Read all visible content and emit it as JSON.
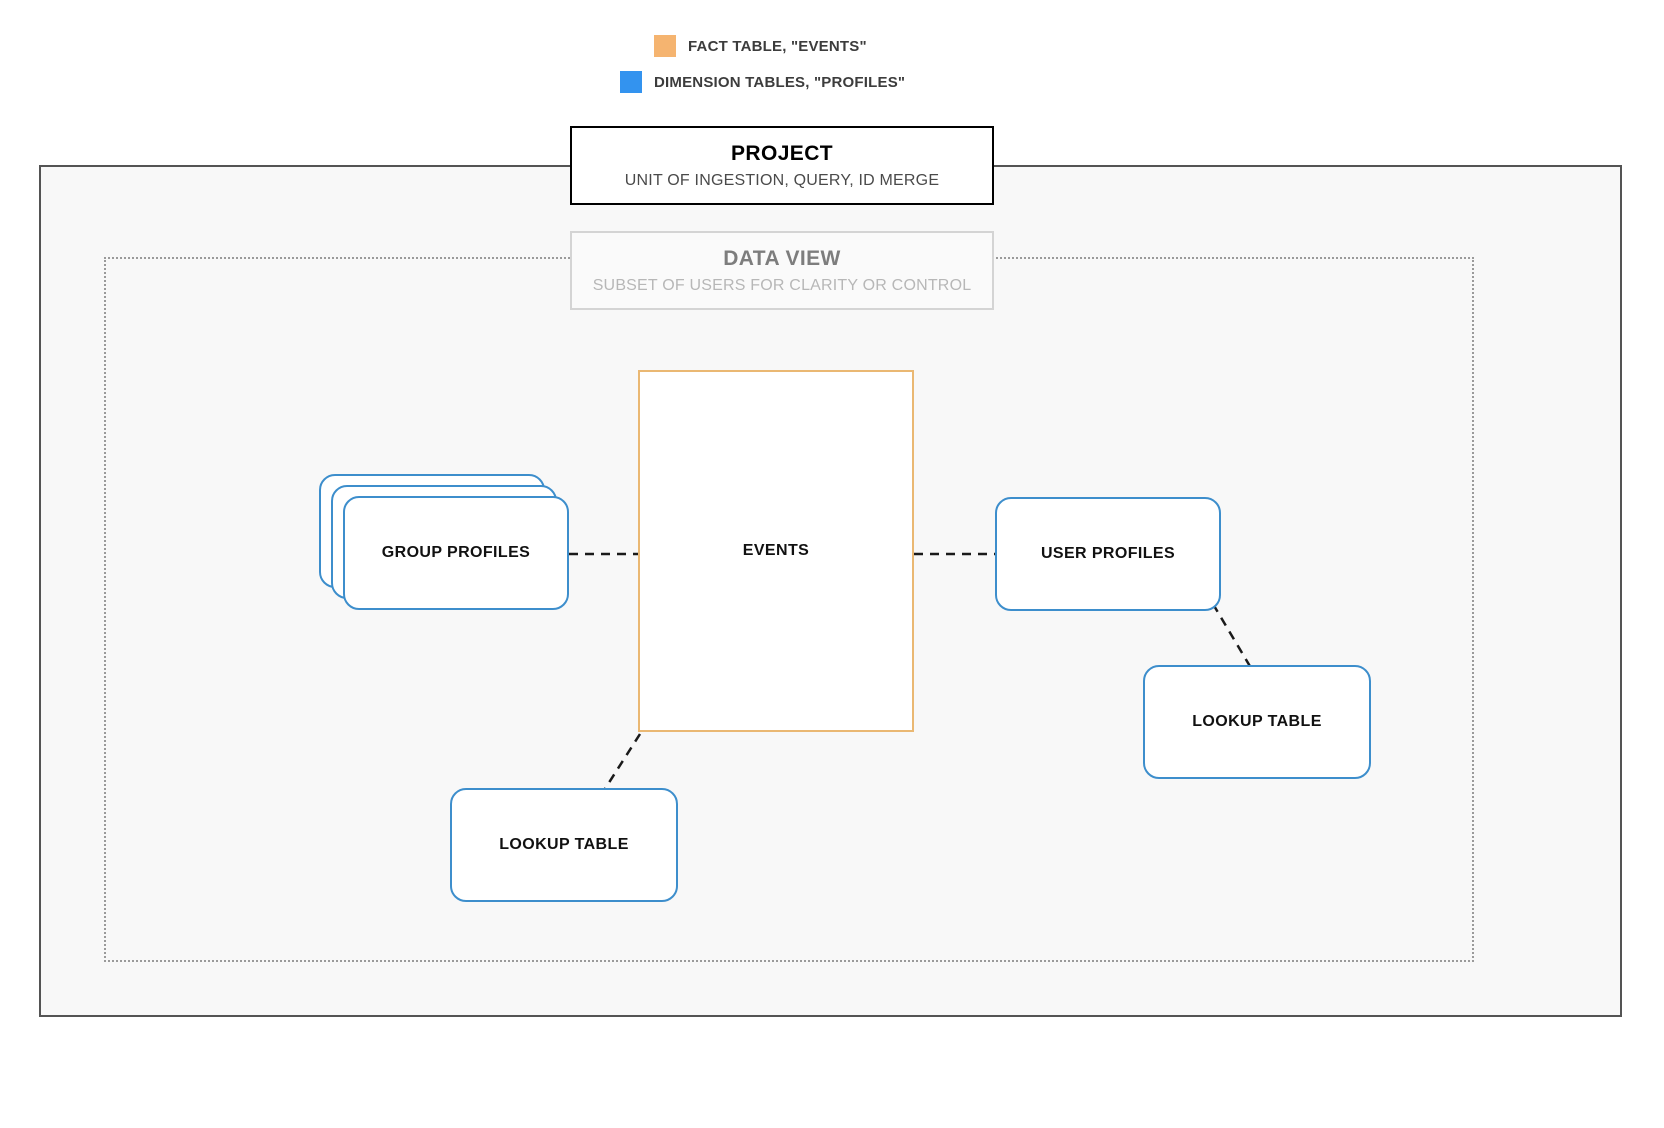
{
  "legend": {
    "items": [
      {
        "label": "FACT TABLE, \"EVENTS\"",
        "color": "#f5b470",
        "icon": "orange-square-swatch"
      },
      {
        "label": "DIMENSION TABLES, \"PROFILES\"",
        "color": "#3393ef",
        "icon": "blue-square-swatch"
      }
    ]
  },
  "project_box": {
    "title": "PROJECT",
    "subtitle": "UNIT OF INGESTION, QUERY, ID MERGE"
  },
  "dataview_box": {
    "title": "DATA VIEW",
    "subtitle": "SUBSET OF USERS FOR CLARITY OR CONTROL"
  },
  "nodes": {
    "events": {
      "label": "EVENTS",
      "kind": "fact",
      "color": "#eab873"
    },
    "group_profiles": {
      "label": "GROUP PROFILES",
      "kind": "dimension",
      "color": "#3d8ecc",
      "stack_count": 3
    },
    "user_profiles": {
      "label": "USER PROFILES",
      "kind": "dimension",
      "color": "#3d8ecc"
    },
    "lookup_table_right": {
      "label": "LOOKUP TABLE",
      "kind": "dimension",
      "color": "#3d8ecc"
    },
    "lookup_table_left": {
      "label": "LOOKUP TABLE",
      "kind": "dimension",
      "color": "#3d8ecc"
    }
  },
  "connections": [
    {
      "from": "group_profiles",
      "to": "events",
      "style": "dashed"
    },
    {
      "from": "events",
      "to": "user_profiles",
      "style": "dashed"
    },
    {
      "from": "user_profiles",
      "to": "lookup_table_right",
      "style": "dashed"
    },
    {
      "from": "events",
      "to": "lookup_table_left",
      "style": "dashed"
    }
  ],
  "colors": {
    "fact_border": "#eab873",
    "dimension_border": "#3d8ecc",
    "project_border": "#000000",
    "dataview_border": "#d4d4d4",
    "outer_container_border": "#545454",
    "inner_container_border": "#9a9a9a",
    "canvas_background": "#f8f8f8",
    "connector": "#1a1a1a"
  }
}
